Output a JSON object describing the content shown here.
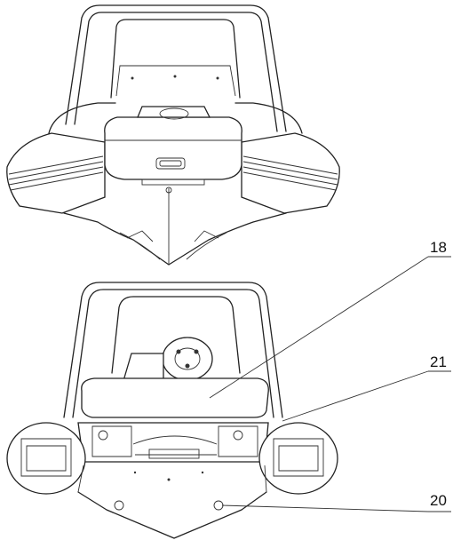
{
  "figure": {
    "callouts": [
      {
        "id": "callout-18",
        "label": "18"
      },
      {
        "id": "callout-21",
        "label": "21"
      },
      {
        "id": "callout-20",
        "label": "20"
      }
    ]
  }
}
